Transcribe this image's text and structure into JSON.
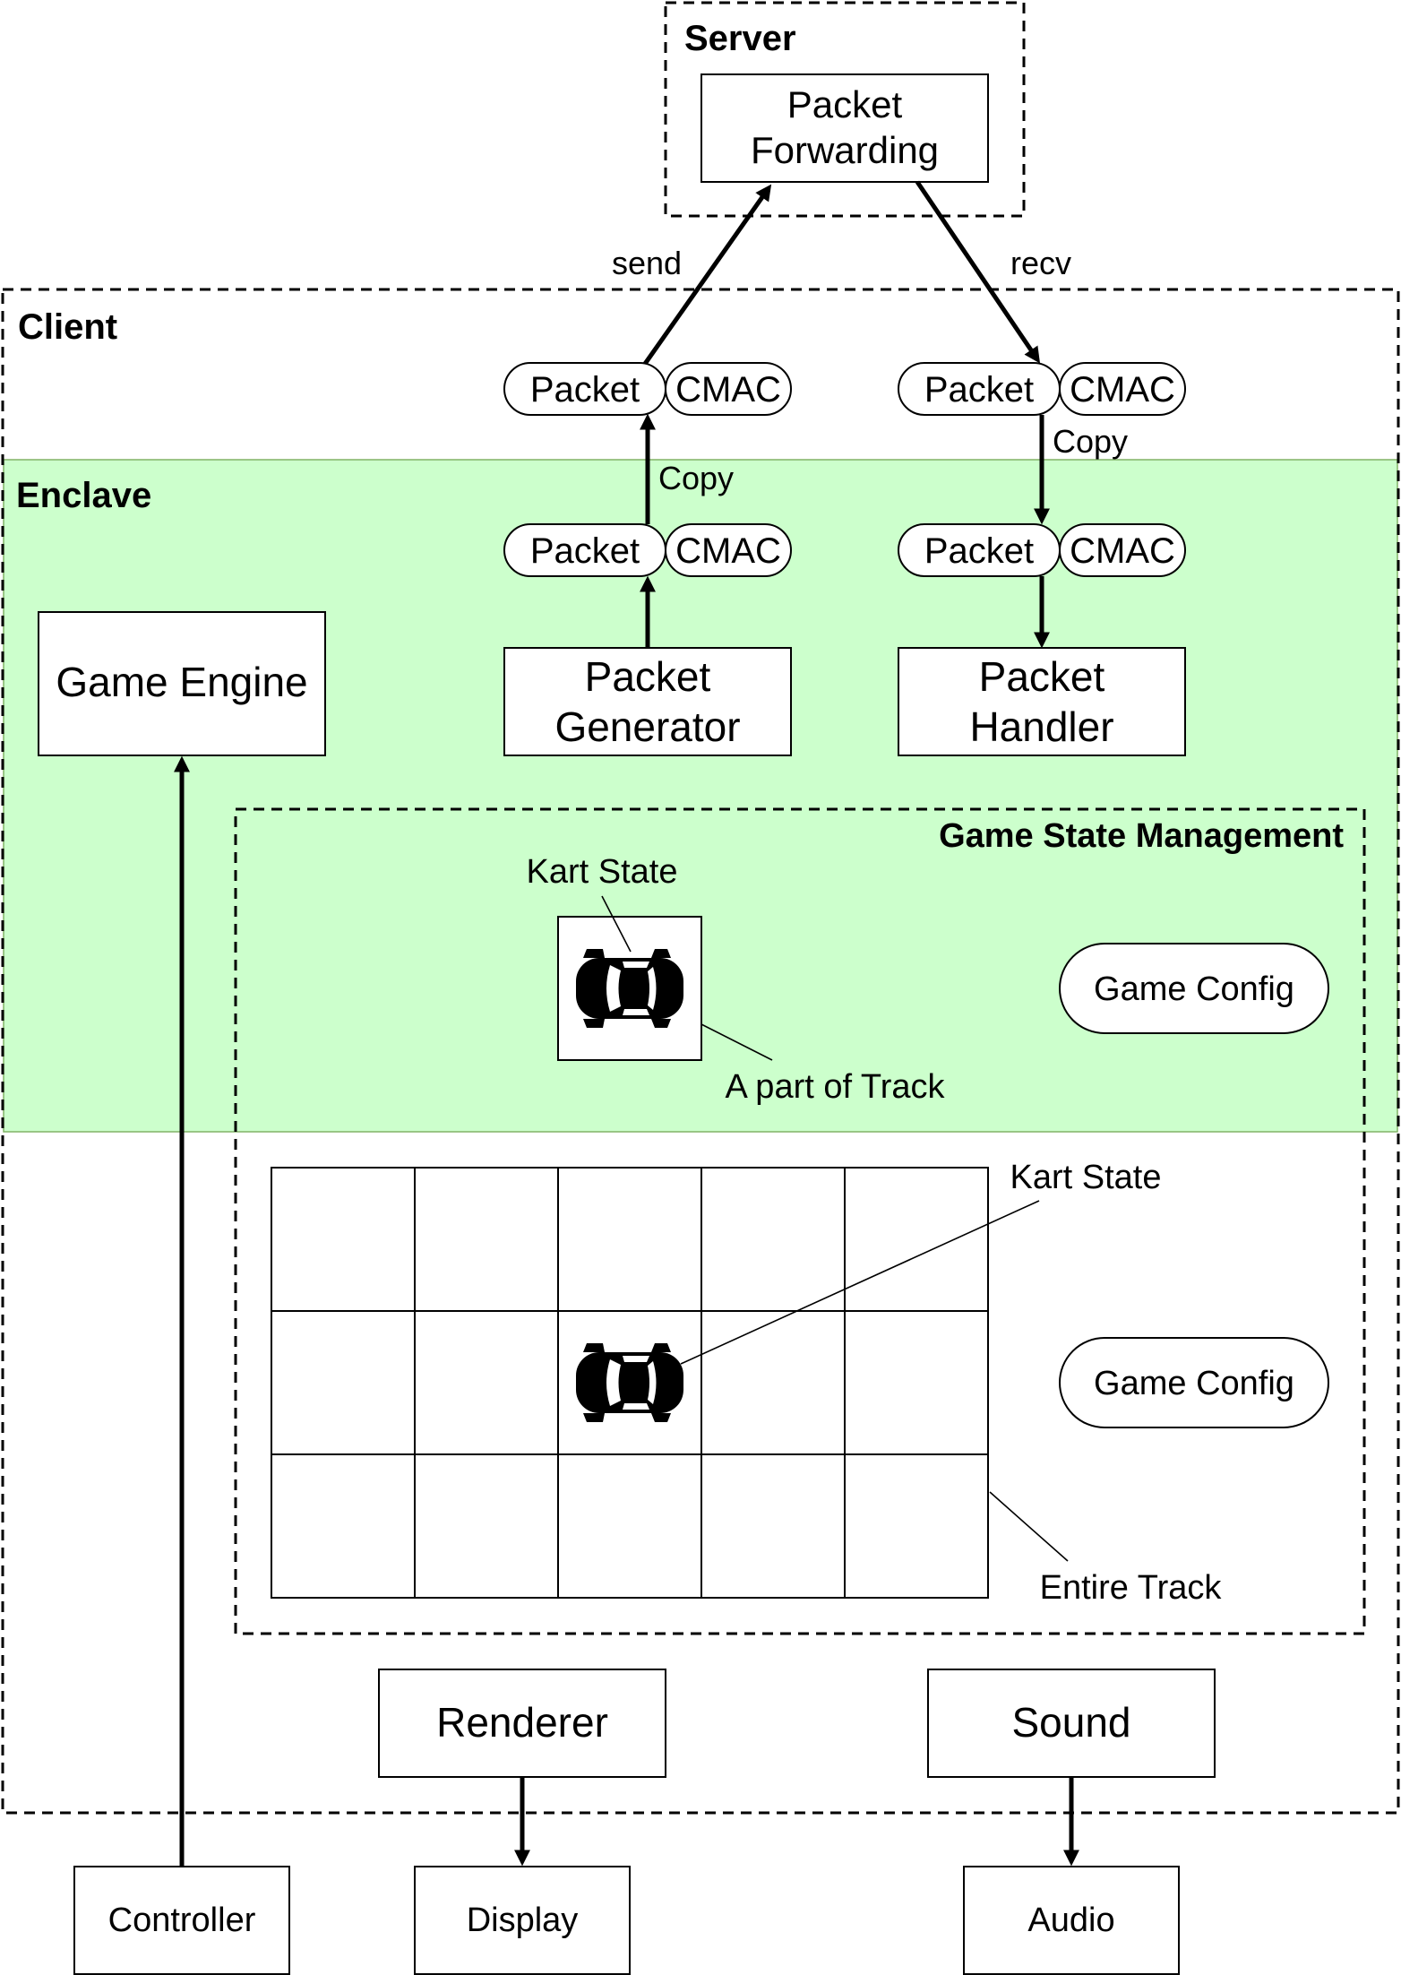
{
  "server": {
    "label": "Server",
    "forwarding": [
      "Packet",
      "Forwarding"
    ]
  },
  "edges": {
    "send": "send",
    "recv": "recv",
    "copy_left": "Copy",
    "copy_right": "Copy"
  },
  "client": {
    "label": "Client"
  },
  "enclave": {
    "label": "Enclave"
  },
  "packet": {
    "packet": "Packet",
    "cmac": "CMAC"
  },
  "game_engine": {
    "label": "Game Engine"
  },
  "packet_generator": [
    "Packet",
    "Generator"
  ],
  "packet_handler": [
    "Packet",
    "Handler"
  ],
  "game_state": {
    "label": "Game State Management",
    "kart_state_top": "Kart State",
    "part_of_track": "A part of Track",
    "game_config_top": "Game Config",
    "kart_state_bottom": "Kart State",
    "game_config_bottom": "Game Config",
    "entire_track": "Entire Track"
  },
  "renderer": {
    "label": "Renderer"
  },
  "sound": {
    "label": "Sound"
  },
  "io": {
    "controller": "Controller",
    "display": "Display",
    "audio": "Audio"
  },
  "colors": {
    "enclave_fill": "#ccffcc",
    "enclave_stroke": "#82b366"
  }
}
